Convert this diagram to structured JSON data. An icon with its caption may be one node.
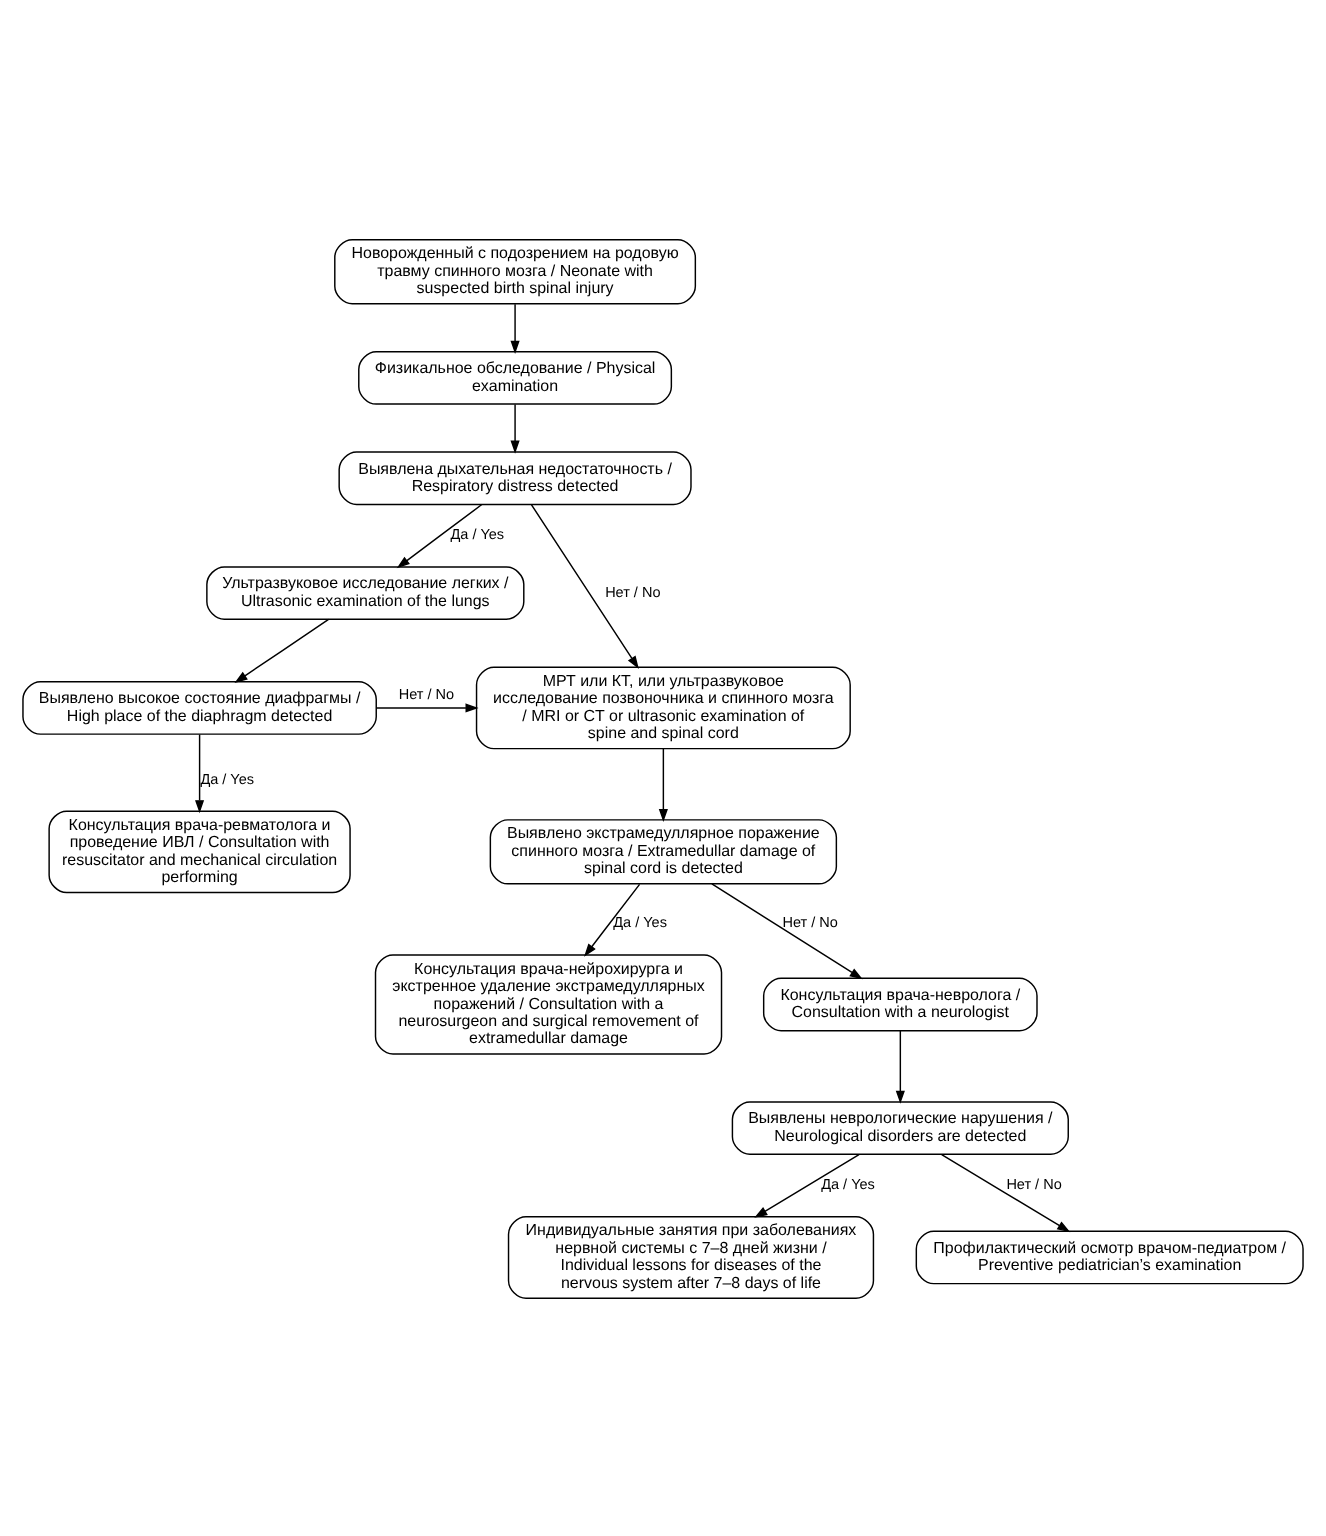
{
  "diagram": {
    "nodes": [
      {
        "text": [
          "Новорожденный с подозрением на родовую травму спинного мозга / Neonate with suspected birth spinal injury"
        ]
      },
      {
        "text": [
          "Физикальное обследование / Physical examination"
        ]
      },
      {
        "text": [
          "Выявлена дыхательная недостаточность / Respiratory distress detected"
        ]
      },
      {
        "text": [
          "Ультразвуковое исследование легких / Ultrasonic examination of the lungs"
        ]
      },
      {
        "text": [
          "Выявлено высокое состояние диафрагмы / High place of the diaphragm detected"
        ]
      },
      {
        "text": [
          "МРТ или КТ, или ультразвуковое исследование позвоночника и спинного мозга / MRI or CT or ultrasonic examination of spine and spinal cord"
        ]
      },
      {
        "text": [
          "Консультация врача-ревматолога и проведение ИВЛ / Consultation with resuscitator and mechanical circulation performing"
        ]
      },
      {
        "text": [
          "Выявлено экстрамедуллярное поражение спинного мозга / Extramedullar damage of spinal cord is detected"
        ]
      },
      {
        "text": [
          "Консультация врача-нейрохирурга и экстренное удаление экстрамедуллярных поражений / Consultation with a neurosurgeon and surgical removement of extramedullar damage"
        ]
      },
      {
        "text": [
          "Консультация врача-невролога / Consultation with a neurologist"
        ]
      },
      {
        "text": [
          "Выявлены неврологические нарушения / Neurological disorders are detected"
        ]
      },
      {
        "text": [
          "Индивидуальные занятия при заболеваниях нервной системы с 7–8 дней жизни / Individual lessons for diseases of the nervous system after 7–8 days of life"
        ]
      },
      {
        "text": [
          "Профилактический осмотр врачом-педиатром / Preventive pediatrician’s examination"
        ]
      }
    ],
    "edges": [
      {
        "from": 0,
        "to": 1,
        "arrow": "to"
      },
      {
        "from": 1,
        "to": 2,
        "arrow": "to"
      },
      {
        "from": 2,
        "to": 3,
        "arrow": "to",
        "label": "Да / Yes"
      },
      {
        "from": 2,
        "to": 5,
        "arrow": "to",
        "label": "Нет / No"
      },
      {
        "from": 3,
        "to": 4,
        "arrow": "to"
      },
      {
        "from": 4,
        "to": 6,
        "arrow": "to",
        "label": "Да / Yes"
      },
      {
        "from": 4,
        "to": 5,
        "arrow": "to",
        "label": "Нет / No"
      },
      {
        "from": 5,
        "to": 7,
        "arrow": "to"
      },
      {
        "from": 7,
        "to": 8,
        "arrow": "to",
        "label": "Да / Yes"
      },
      {
        "from": 7,
        "to": 9,
        "arrow": "to",
        "label": "Нет / No"
      },
      {
        "from": 9,
        "to": 10,
        "arrow": "to"
      },
      {
        "from": 10,
        "to": 11,
        "arrow": "to",
        "label": "Да / Yes"
      },
      {
        "from": 10,
        "to": 12,
        "arrow": "to",
        "label": "Нет / No"
      }
    ]
  }
}
